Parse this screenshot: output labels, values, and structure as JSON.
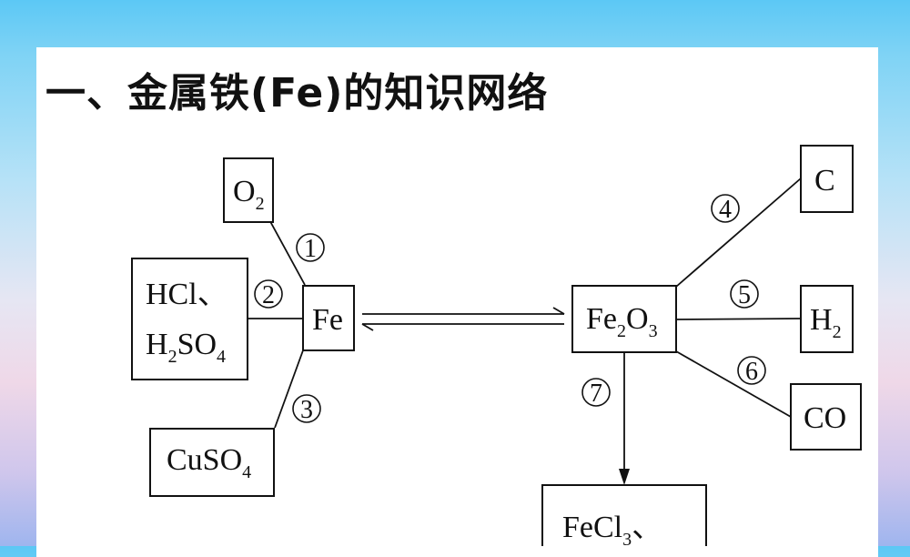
{
  "title": {
    "prefix": "一、",
    "main": "金属铁",
    "paren_open": "(",
    "element": "Fe",
    "paren_close": ")",
    "suffix": "的知识网络"
  },
  "nodes": {
    "o2": {
      "base": "O",
      "sub": "2"
    },
    "hcl": {
      "text": "HCl、"
    },
    "h2so4": {
      "a": "H",
      "a_sub": "2",
      "b": "SO",
      "b_sub": "4"
    },
    "cuso4": {
      "base": "CuSO",
      "sub": "4"
    },
    "fe": {
      "text": "Fe"
    },
    "fe2o3": {
      "a": "Fe",
      "a_sub": "2",
      "b": "O",
      "b_sub": "3"
    },
    "c": {
      "text": "C"
    },
    "h2": {
      "base": "H",
      "sub": "2"
    },
    "co": {
      "text": "CO"
    },
    "fecl3": {
      "base": "FeCl",
      "sub": "3",
      "tail": "、"
    }
  },
  "reactions": [
    "1",
    "2",
    "3",
    "4",
    "5",
    "6",
    "7"
  ]
}
